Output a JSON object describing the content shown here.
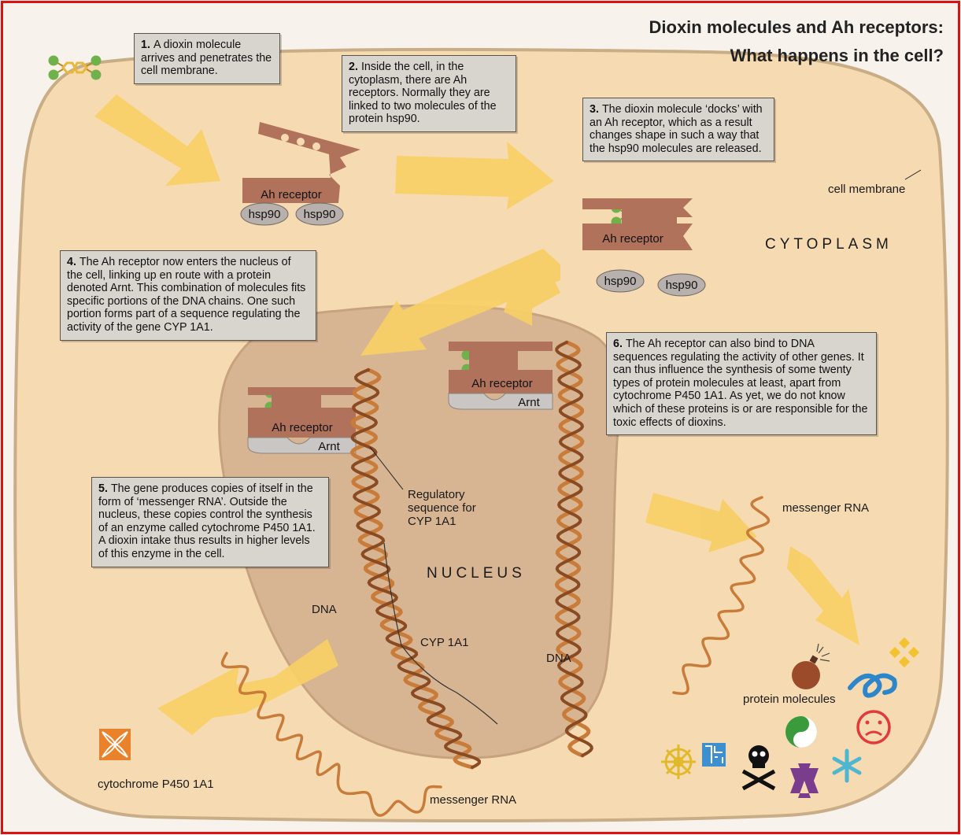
{
  "title": {
    "line1": "Dioxin molecules and Ah receptors:",
    "line2": "What happens in the cell?"
  },
  "steps": [
    {
      "number": "1.",
      "text": "A dioxin molecule arrives and penetrates the cell membrane."
    },
    {
      "number": "2.",
      "text": "Inside the cell, in the cytoplasm, there are Ah receptors. Normally they are linked to two molecules of the protein hsp90."
    },
    {
      "number": "3.",
      "text": "The dioxin molecule ‘docks’ with an Ah receptor, which as a result changes shape in such a way that the hsp90 molecules are released."
    },
    {
      "number": "4.",
      "text": "The Ah receptor now enters the nucleus of the cell, linking up en route with a protein denoted Arnt. This combination of molecules fits specific portions of the DNA chains. One such portion forms part of a sequence regulating the activity of the gene CYP 1A1."
    },
    {
      "number": "5.",
      "text": "The gene produces copies of itself in the form of ‘messenger RNA’. Outside the nucleus, these copies control the synthesis of an enzyme called cytochrome P450 1A1. A dioxin intake thus results in higher levels of this enzyme in the cell."
    },
    {
      "number": "6.",
      "text": "The Ah receptor can also bind to DNA sequences regulating the activity of other genes. It can thus influence the synthesis of some twenty types of protein molecules at least, apart from cytochrome P450 1A1. As yet, we do not know which of these proteins is or are responsible for the toxic effects of dioxins."
    }
  ],
  "labels": {
    "cell_membrane": "cell membrane",
    "cytoplasm": "CYTOPLASM",
    "nucleus": "NUCLEUS",
    "regulatory_sequence": "Regulatory sequence for CYP 1A1",
    "dna_left": "DNA",
    "dna_right": "DNA",
    "cyp1a1": "CYP 1A1",
    "messenger_rna_right": "messenger RNA",
    "messenger_rna_bottom": "messenger RNA",
    "protein_molecules": "protein molecules",
    "cytochrome": "cytochrome P450 1A1"
  },
  "molecules": {
    "ah_receptor": "Ah receptor",
    "hsp90": "hsp90",
    "arnt": "Arnt"
  },
  "colors": {
    "cytoplasm": "#f6dbb2",
    "nucleus": "#d8b592",
    "membrane": "#c9ad86",
    "receptor": "#b0725b",
    "arrow": "#f7cf66",
    "dioxin_core": "#e7b83a",
    "dioxin_chlorine": "#6fb24b",
    "hsp90": "#b8b0ac",
    "note_fill": "#d8d5cf",
    "frame": "#dd1111"
  }
}
